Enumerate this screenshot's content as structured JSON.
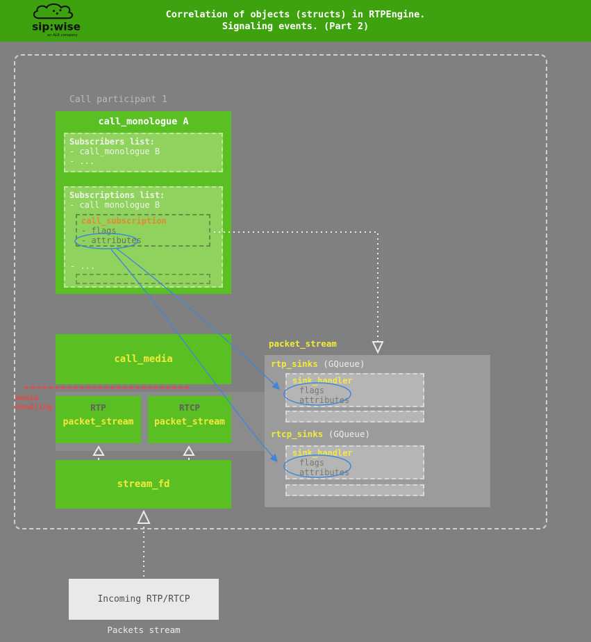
{
  "header": {
    "brand": "sip:wise",
    "brand_tagline": "an ALE company",
    "title_line1": "Correlation of objects (structs) in RTPEngine.",
    "title_line2": "Signaling events. (Part 2)"
  },
  "labels": {
    "participant": "Call participant 1",
    "media_handling": "media handling",
    "packets_stream": "Packets stream"
  },
  "call_monologue": {
    "title": "call_monologue A",
    "subscribers": {
      "heading": "Subscribers list:",
      "item1": "- call_monologue B",
      "item2": "- ..."
    },
    "subscriptions": {
      "heading": "Subscriptions list:",
      "item1": "- call monologue B",
      "call_subscription": {
        "title": "call_subscription",
        "flags": "- flags",
        "attributes": "- attributes"
      },
      "more": "- ..."
    }
  },
  "call_media": {
    "title": "call_media"
  },
  "rtp_box": {
    "protocol": "RTP",
    "title": "packet_stream"
  },
  "rtcp_box": {
    "protocol": "RTCP",
    "title": "packet_stream"
  },
  "stream_fd": {
    "title": "stream_fd"
  },
  "sink_panel": {
    "title": "packet_stream",
    "rtp_sinks_name": "rtp_sinks",
    "rtp_sinks_type": "(GQueue)",
    "rtcp_sinks_name": "rtcp_sinks",
    "rtcp_sinks_type": "(GQueue)",
    "sink_handler": {
      "title": "sink_handler",
      "flags": "flags",
      "attributes": "attributes"
    }
  },
  "incoming": {
    "title": "Incoming RTP/RTCP"
  },
  "colors": {
    "header_green": "#3ea10e",
    "box_green": "#5abf23",
    "box_light_green": "#8fd35e",
    "accent_yellow": "#f2ea3b",
    "subscription_orange": "#df8a2e",
    "media_handling_red": "#e04b4b",
    "link_blue": "#4285d8",
    "background_gray": "#808080",
    "panel_gray": "#9b9b9b",
    "inner_box_gray": "#b5b5b5",
    "incoming_box_gray": "#e9e9e9"
  }
}
